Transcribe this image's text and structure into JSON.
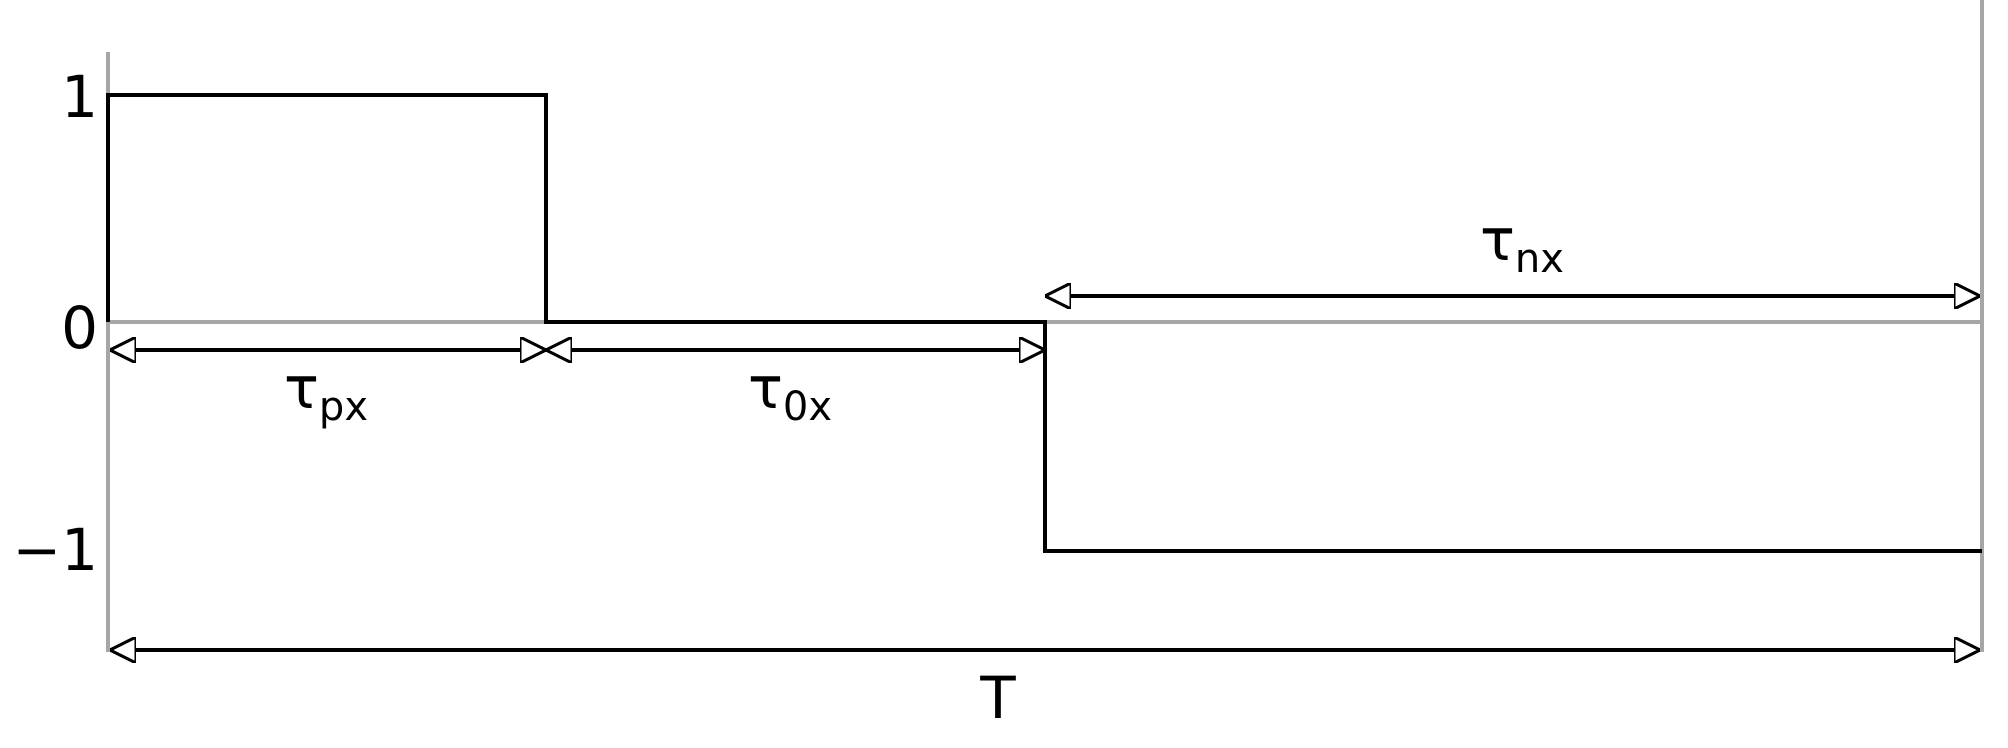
{
  "diagram": {
    "y_ticks": [
      {
        "value": 1,
        "label": "1"
      },
      {
        "value": 0,
        "label": "0"
      },
      {
        "value": -1,
        "label": "−1"
      }
    ],
    "waveform_levels": [
      1,
      0,
      -1
    ],
    "intervals": [
      {
        "id": "tau_p",
        "symbol": "τ",
        "subscript": "px"
      },
      {
        "id": "tau_0",
        "symbol": "τ",
        "subscript": "0x"
      },
      {
        "id": "tau_n",
        "symbol": "τ",
        "subscript": "nx"
      },
      {
        "id": "period",
        "symbol": "T",
        "subscript": ""
      }
    ],
    "colors": {
      "signal": "#000000",
      "axes": "#a6a6a6",
      "arrows": "#000000"
    }
  }
}
